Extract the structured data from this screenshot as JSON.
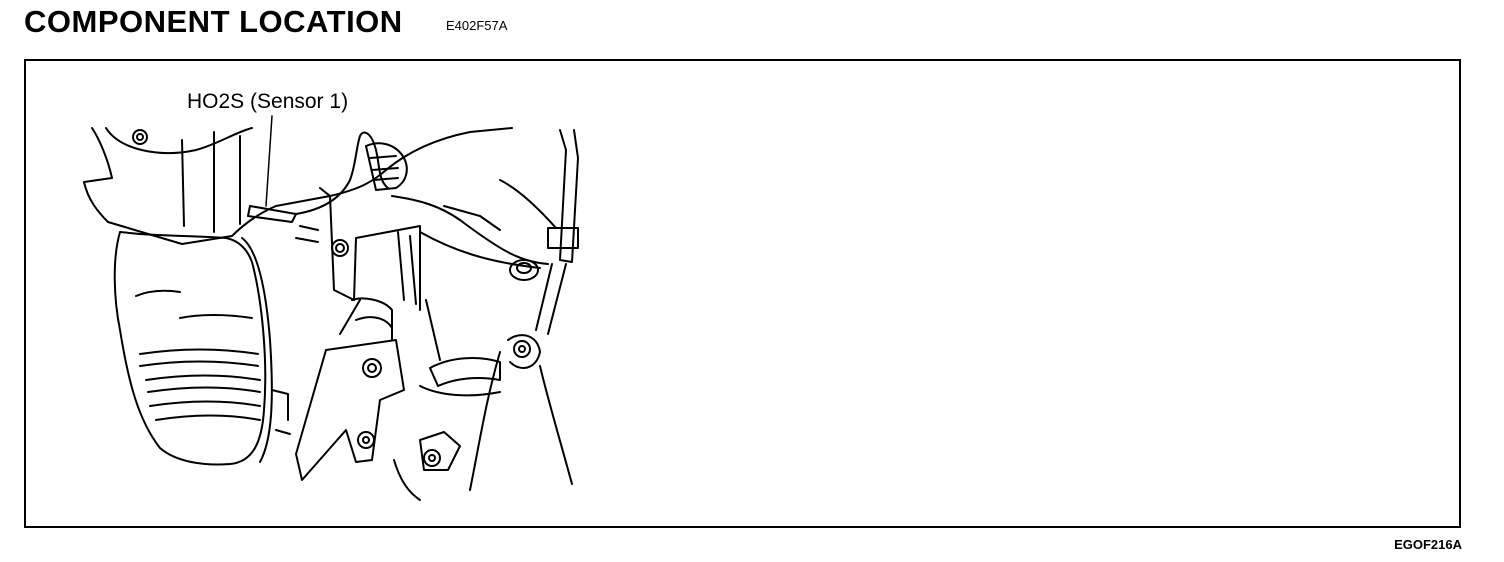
{
  "header": {
    "title": "COMPONENT LOCATION",
    "doc_code": "E402F57A"
  },
  "figure": {
    "callout_label": "HO2S (Sensor 1)",
    "figure_id": "EGOF216A"
  }
}
